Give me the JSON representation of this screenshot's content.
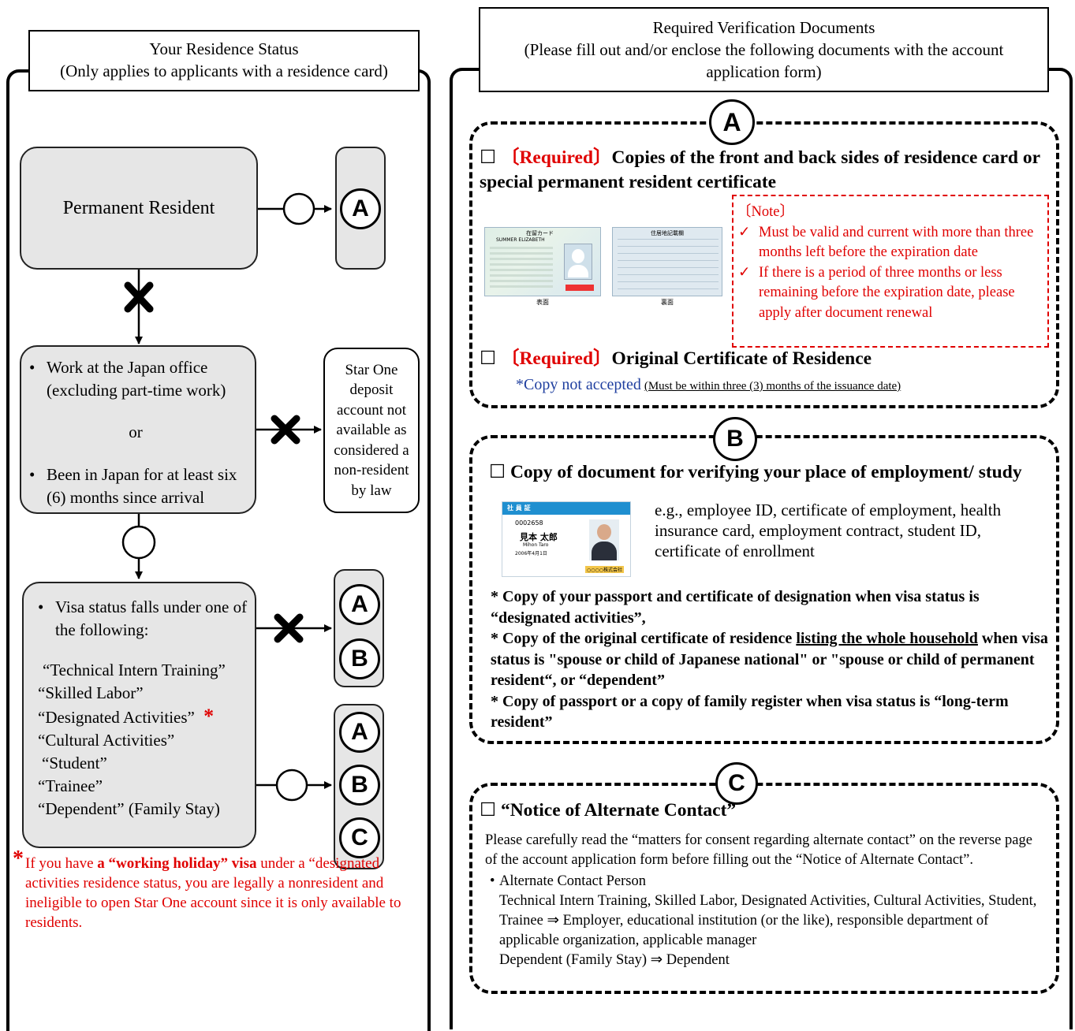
{
  "left": {
    "header": {
      "title": "Your Residence Status",
      "subtitle": "(Only applies to applicants with a residence card)"
    },
    "permanent_resident": "Permanent Resident",
    "work_box": {
      "item1": "Work at the Japan office (excluding part-time work)",
      "or": "or",
      "item2": "Been in Japan for at least six (6) months since arrival"
    },
    "star_one_box": "Star One deposit account not available as considered a non-resident by law",
    "visa_box": {
      "intro": "Visa status falls under one of the following:",
      "statuses": [
        "“Technical Intern Training”",
        "“Skilled Labor”",
        "“Designated Activities”",
        "“Cultural Activities”",
        "“Student”",
        "“Trainee”",
        "“Dependent” (Family Stay)"
      ],
      "asterisk": "*"
    },
    "letters": {
      "a": "A",
      "b": "B",
      "c": "C"
    },
    "footnote": {
      "mark": "*",
      "part1": "If you have ",
      "bold": "a “working holiday” visa",
      "part2": " under a “designated activities residence status, you are legally a nonresident and ineligible to open Star One account since it is only available to residents."
    }
  },
  "right": {
    "header": {
      "title": "Required Verification Documents",
      "subtitle": "(Please fill out and/or enclose the following documents with the account application form)"
    },
    "section_a": {
      "letter": "A",
      "checkbox": "☐",
      "req_tag": "〔Required〕",
      "item1": "Copies of the front and back sides of residence card or special permanent resident certificate",
      "note_title": "〔Note〕",
      "notes": [
        "Must be valid and current with more than three months left before the expiration date",
        "If there is a period of three months or less remaining before the expiration date, please apply after document renewal"
      ],
      "card_front_caption": "表面",
      "card_back_caption": "裏面",
      "card_front_title": "在留カード",
      "card_back_title": "住居地記載欄",
      "card_sample_name": "SUMMER ELIZABETH",
      "item2": "Original Certificate of Residence",
      "copy_note": "*Copy not accepted",
      "within_note": "(Must be within three (3) months of the issuance date)"
    },
    "section_b": {
      "letter": "B",
      "checkbox": "☐",
      "title": "Copy of document for verifying your place of employment/ study",
      "examples": "e.g., employee ID, certificate of employment, health insurance card, employment contract, student ID, certificate of enrollment",
      "id_header": "社 員 証",
      "id_number": "0002658",
      "id_name": "見本 太郎",
      "id_name_romaji": "Mihon Taro",
      "id_date": "2006年4月1日",
      "id_company": "○○○○株式会社",
      "notes": [
        {
          "pre": "* Copy of your passport and certificate of designation when visa status is “designated activities”,",
          "underline": "",
          "post": ""
        },
        {
          "pre": "* Copy of the original certificate of residence ",
          "underline": "listing the whole household",
          "post": " when visa status is \"spouse or child of Japanese national\" or \"spouse or child of permanent resident“, or “dependent”"
        },
        {
          "pre": "* Copy of passport or a copy of family register when visa status is “long-term resident”",
          "underline": "",
          "post": ""
        }
      ]
    },
    "section_c": {
      "letter": "C",
      "checkbox": "☐",
      "title": "“Notice of Alternate Contact”",
      "para": "Please carefully read the “matters for consent regarding alternate contact” on the reverse page of the account application form before filling out the “Notice of Alternate Contact”.",
      "bullet": "Alternate Contact Person",
      "line1": "Technical Intern Training, Skilled Labor, Designated Activities, Cultural Activities, Student, Trainee ⇒ Employer, educational institution (or the like), responsible department of applicable organization, applicable manager",
      "line2": "Dependent (Family Stay) ⇒ Dependent"
    }
  }
}
